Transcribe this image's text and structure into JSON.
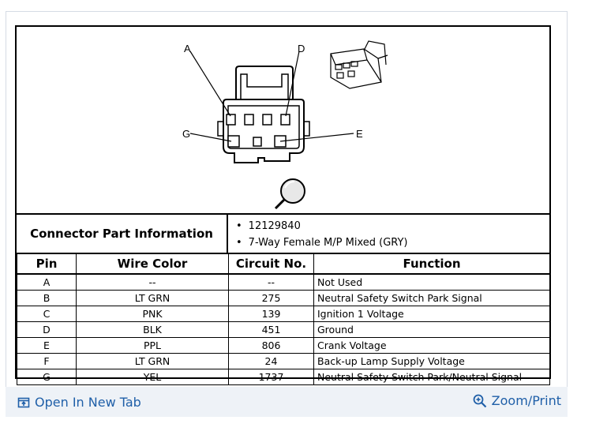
{
  "connector": {
    "pin_labels": [
      "A",
      "D",
      "G",
      "E"
    ],
    "info_label": "Connector Part Information",
    "info_items": [
      "12129840",
      "7-Way Female M/P Mixed (GRY)"
    ]
  },
  "table": {
    "headers": [
      "Pin",
      "Wire Color",
      "Circuit No.",
      "Function"
    ],
    "rows": [
      {
        "pin": "A",
        "color": "--",
        "circuit": "--",
        "function": "Not Used"
      },
      {
        "pin": "B",
        "color": "LT GRN",
        "circuit": "275",
        "function": "Neutral Safety Switch Park Signal"
      },
      {
        "pin": "C",
        "color": "PNK",
        "circuit": "139",
        "function": "Ignition 1 Voltage"
      },
      {
        "pin": "D",
        "color": "BLK",
        "circuit": "451",
        "function": "Ground"
      },
      {
        "pin": "E",
        "color": "PPL",
        "circuit": "806",
        "function": "Crank Voltage"
      },
      {
        "pin": "F",
        "color": "LT GRN",
        "circuit": "24",
        "function": "Back-up Lamp Supply Voltage"
      },
      {
        "pin": "G",
        "color": "YEL",
        "circuit": "1737",
        "function": "Neutral Safety Switch Park/Neutral Signal"
      }
    ]
  },
  "footer": {
    "open_tab_label": "Open In New Tab",
    "zoom_label": "Zoom/Print",
    "link_color": "#1f5fa8"
  }
}
